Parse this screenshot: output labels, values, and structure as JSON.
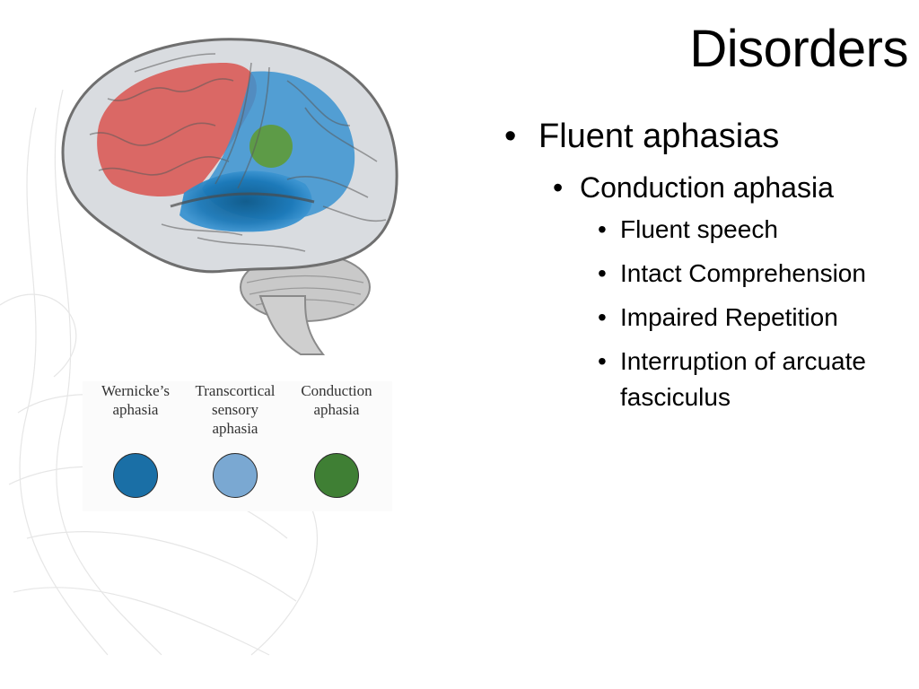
{
  "slide": {
    "title": "Disorders",
    "bullet_glyph": "•",
    "level1": "Fluent aphasias",
    "level2": "Conduction aphasia",
    "level3": [
      "Fluent speech",
      "Intact Comprehension",
      "Impaired Repetition",
      "Interruption of arcuate fasciculus"
    ]
  },
  "legend": {
    "items": [
      {
        "label": "Wernicke’s\naphasia",
        "color": "#1a6fa6"
      },
      {
        "label": "Transcortical\nsensory\naphasia",
        "color": "#7aa8d2"
      },
      {
        "label": "Conduction\naphasia",
        "color": "#3f7f34"
      }
    ]
  },
  "colors": {
    "motor_region": "#d9534f",
    "wernicke_region": "#1a6fa6",
    "sensory_region": "#3a93d0",
    "conduction_region": "#5f9a2e",
    "brain_gray": "#d9dce0"
  }
}
